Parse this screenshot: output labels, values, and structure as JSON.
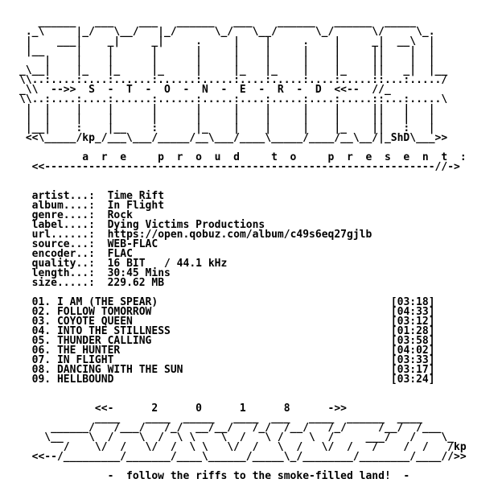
{
  "header_art": {
    "lines": [
      "   ______   ___    ___   ______   ___    ______   ______  _____",
      " ._\\     |_/   \\__/   |_/      \\_/   \\__/      \\_/      \\/     \\_.",
      " |    ___|    _|     _|     .     |    |     .    |     _|  __\\  |",
      " |__     |    |      |      |     |    |     |    |     ||    |  |",
      "    |    |    |      |      |     |    |     |    |     ||    |  |",
      "_\\__|    |_   |_     |_     |     |_   |_    |    |_    ||   _|  |__",
      "\\\\..:....:....:......:......:.....:....:.....:....:.....::...:...../"
    ],
    "title_line": "_\\\\  -->>  S  -  T  -  O  -  N  -  E  -  R  -  D  <<--  //_",
    "lines_bottom": [
      "\\\\..:....:....:......:......:.....:....:.....:....:.....::...:.....\\",
      " |  |    |    |      |      |     |    |     |    |     ||   |   |",
      " |  |    |    |      |      |     |    |     |    |     ||   |   |",
      " |__|    :    |__    :      |_    |    |     |    |_    ||   :   |",
      " <<\\_____/kp_/___\\___/_____/__\\___/____\\_____/____/__\\__/|_ShD\\___>>"
    ]
  },
  "present": {
    "line": "          a  r  e     p  r  o  u  d     t  o     p  r  e  s  e  n  t  :",
    "rule": "  <<--------------------------------------------------------------//->"
  },
  "info": [
    {
      "key": "artist...:",
      "value": "Time Rift"
    },
    {
      "key": "album....:",
      "value": "In Flight"
    },
    {
      "key": "genre....:",
      "value": "Rock"
    },
    {
      "key": "label....:",
      "value": "Dying Victims Productions"
    },
    {
      "key": "url......:",
      "value": "https://open.qobuz.com/album/c49s6eq27gjlb"
    },
    {
      "key": "source...:",
      "value": "WEB-FLAC"
    },
    {
      "key": "encoder..:",
      "value": "FLAC"
    },
    {
      "key": "quality..:",
      "value": "16 BIT   / 44.1 kHz"
    },
    {
      "key": "length...:",
      "value": "30:45 Mins"
    },
    {
      "key": "size.....:",
      "value": "229.62 MB"
    }
  ],
  "tracks": [
    {
      "num": "01.",
      "title": "I AM (THE SPEAR)",
      "time": "[03:18]"
    },
    {
      "num": "02.",
      "title": "FOLLOW TOMORROW",
      "time": "[04:33]"
    },
    {
      "num": "03.",
      "title": "COYOTE QUEEN",
      "time": "[03:12]"
    },
    {
      "num": "04.",
      "title": "INTO THE STILLNESS",
      "time": "[01:28]"
    },
    {
      "num": "05.",
      "title": "THUNDER CALLING",
      "time": "[03:58]"
    },
    {
      "num": "06.",
      "title": "THE HUNTER",
      "time": "[04:02]"
    },
    {
      "num": "07.",
      "title": "IN FLIGHT",
      "time": "[03:33]"
    },
    {
      "num": "08.",
      "title": "DANCING WITH THE SUN",
      "time": "[03:17]"
    },
    {
      "num": "09.",
      "title": "HELLBOUND",
      "time": "[03:24]"
    }
  ],
  "year_line": "            <<-      2      0      1      8      ->>",
  "footer_art": {
    "lines": [
      "            ____    ____  _____   ____  ___   ____  ______  ____",
      "     ______/   /___/   /_/  __/__/   /_/  /__/   /_/     /__/  /___",
      "    \\__    \\  /    \\  /  \\ \\    \\  /   \\ /    \\  /     ___/   /    \\_",
      "       /    \\/  /   \\/  /  \\ \\   \\/  /   \\  /   \\/  /   /    /  /   /kp",
      "  <<--/_________/_______/____\\______/_____\\_/________/________/____//>>"
    ],
    "tagline": "              -  follow the riffs to the smoke-filled land!  -"
  }
}
